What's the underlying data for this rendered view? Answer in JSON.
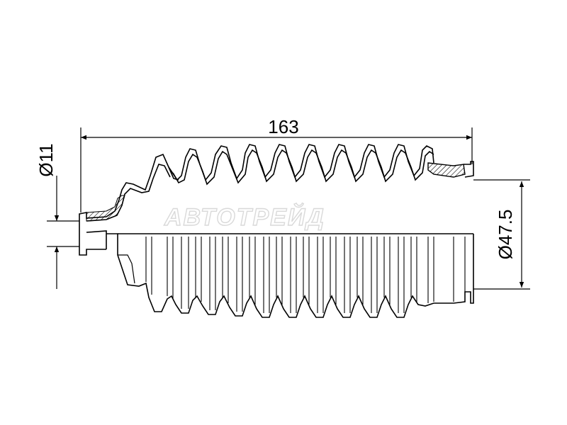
{
  "dimensions": {
    "length_label": "163",
    "inner_diameter_label": "Ø11",
    "outer_diameter_label": "Ø47.5"
  },
  "watermark": {
    "text": "АВТОТРЕЙД"
  },
  "colors": {
    "line": "#000000",
    "watermark": "#d9d9d9",
    "background": "#ffffff"
  }
}
